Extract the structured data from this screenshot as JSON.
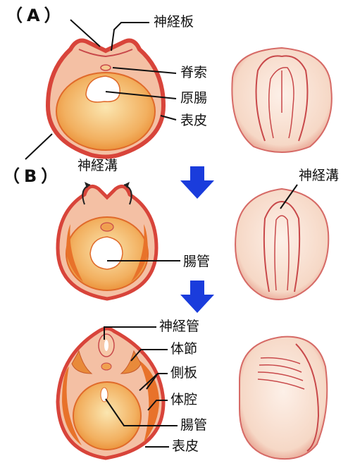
{
  "markers": {
    "a": "（A）",
    "b": "（B）"
  },
  "labels": {
    "neural_plate": "神経板",
    "notochord": "脊索",
    "archenteron": "原腸",
    "epidermis_1": "表皮",
    "neural_groove_1": "神経溝",
    "neural_groove_2": "神経溝",
    "gut_tube_1": "腸管",
    "neural_tube": "神経管",
    "somite": "体節",
    "lateral_plate": "側板",
    "coelom": "体腔",
    "gut_tube_2": "腸管",
    "epidermis_2": "表皮"
  },
  "colors": {
    "outer_rim": "#d8443a",
    "epidermis": "#f4c4a8",
    "yolk": "#f0a050",
    "yolk_inner": "#f8d898",
    "mesoderm": "#e8722a",
    "cavity": "#ffffff",
    "embryo_surface": "#f8e4d8",
    "embryo_line": "#c8484a",
    "arrow_blue": "#1a3cdc"
  },
  "icons": [
    "down-arrow-icon",
    "down-arrow-icon"
  ]
}
